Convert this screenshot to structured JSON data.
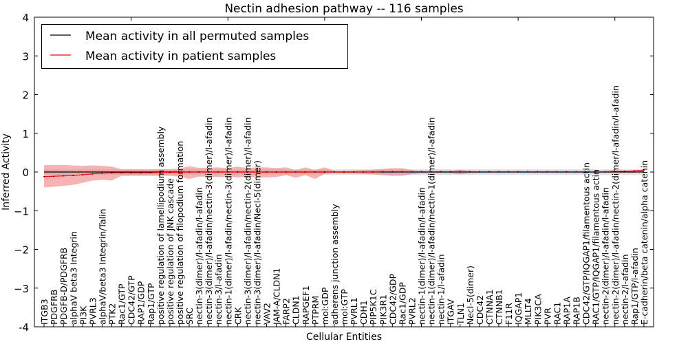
{
  "chart_data": {
    "type": "line",
    "title": "Nectin adhesion pathway -- 116 samples",
    "xlabel": "Cellular Entities",
    "ylabel": "Inferred Activity",
    "xlim": [
      0,
      64
    ],
    "ylim": [
      -4,
      4
    ],
    "yticks": [
      "-4",
      "−3",
      "−2",
      "−1",
      "0",
      "1",
      "2",
      "3",
      "4"
    ],
    "ytick_values": [
      -4,
      -3,
      -2,
      -1,
      0,
      1,
      2,
      3,
      4
    ],
    "grid": false,
    "legend_position": "top-left",
    "categories": [
      "ITGB3",
      "PDGFRB",
      "PDGFB-D/PDGFRB",
      "alphaV beta3 Integrin",
      "PI3K",
      "PVRL3",
      "alphaV/beta3 Integrin/Talin",
      "PTK2",
      "Rac1/GTP",
      "CDC42/GTP",
      "RAP1/GDP",
      "Rap1/GTP",
      "positive regulation of lamellipodium assembly",
      "positive regulation of JNK cascade",
      "positive regulation of filopodium formation",
      "SRC",
      "nectin-3(dimer)/l-afadin/l-afadin",
      "nectin-3(dimer)/l-afadin/nectin-3(dimer)/l-afadin",
      "nectin-3/l-afadin",
      "nectin-1(dimer)/l-afadin/nectin-3(dimer)/l-afadin",
      "CRK",
      "nectin-3(dimer)/l-afadin/nectin-2(dimer)/l-afadin",
      "nectin-3(dimer)/l-afadin/Necl-5(dimer)",
      "VAV2",
      "JAM-A/CLDN1",
      "FARP2",
      "CLDN1",
      "RAPGEF1",
      "PTPRM",
      "mol:GDP",
      "adherens junction assembly",
      "mol:GTP",
      "PVRL1",
      "CDH1",
      "PIP5K1C",
      "PIK3R1",
      "CDC42/GDP",
      "Rac1/GDP",
      "PVRL2",
      "nectin-1(dimer)/l-afadin/l-afadin",
      "nectin-1(dimer)/l-afadin/nectin-1(dimer)/l-afadin",
      "nectin-1/l-afadin",
      "ITGAV",
      "TLN1",
      "Necl-5(dimer)",
      "CDC42",
      "CTNNA1",
      "CTNNB1",
      "F11R",
      "IQGAP1",
      "MLLT4",
      "PIK3CA",
      "PVR",
      "RAC1",
      "RAP1A",
      "RAP1B",
      "CDC42/GTP/IQGAP1/filamentous actin",
      "RAC1/GTP/IQGAP1/filamentous actin",
      "nectin-2(dimer)/l-afadin/l-afadin",
      "nectin-2(dimer)/l-afadin/nectin-2(dimer/l-afadin/l-afadin",
      "nectin-2/l-afadin",
      "Rap1/GTP/l-afadin",
      "E-cadherin/beta catenin/alpha catenin"
    ],
    "series": [
      {
        "name": "Mean activity in all permuted samples",
        "color": "#000000",
        "values": [
          0,
          0,
          0,
          0,
          0,
          0,
          0,
          0,
          0,
          0,
          0,
          0,
          0,
          0,
          0,
          0,
          0,
          0,
          0,
          0,
          0,
          0,
          0,
          0,
          0,
          0,
          0,
          0,
          0,
          0,
          0,
          0,
          0,
          0,
          0,
          0,
          0,
          0,
          0,
          0,
          0,
          0,
          0,
          0,
          0,
          0,
          0,
          0,
          0,
          0,
          0,
          0,
          0,
          0,
          0,
          0,
          0,
          0,
          0,
          0,
          0,
          0,
          0
        ],
        "band_halfwidth": 0.07,
        "band_color": "#d9d9d9"
      },
      {
        "name": "Mean activity in patient samples",
        "color": "#ff0000",
        "values": [
          -0.12,
          -0.11,
          -0.1,
          -0.09,
          -0.07,
          -0.05,
          -0.03,
          -0.02,
          -0.02,
          -0.02,
          -0.02,
          -0.02,
          -0.01,
          -0.01,
          -0.01,
          0,
          0,
          0,
          0,
          0,
          0,
          0,
          0,
          0,
          0,
          0,
          0,
          0,
          0,
          0,
          0,
          0,
          0,
          0,
          0,
          0.01,
          0.01,
          0.01,
          0.01,
          0.01,
          0.01,
          0.01,
          0.01,
          0.01,
          0.01,
          0.01,
          0.01,
          0.01,
          0.01,
          0.01,
          0.01,
          0.01,
          0.01,
          0.01,
          0.01,
          0.01,
          0.01,
          0.01,
          0.01,
          0.02,
          0.02,
          0.03,
          0.05
        ],
        "upper": [
          0.18,
          0.18,
          0.18,
          0.17,
          0.16,
          0.17,
          0.16,
          0.14,
          0.07,
          0.07,
          0.07,
          0.07,
          0.07,
          0.07,
          0.09,
          0.15,
          0.11,
          0.11,
          0.12,
          0.1,
          0.14,
          0.1,
          0.12,
          0.12,
          0.1,
          0.12,
          0.05,
          0.12,
          0.05,
          0.12,
          0.03,
          0.03,
          0.04,
          0.05,
          0.06,
          0.08,
          0.1,
          0.1,
          0.05,
          0.03,
          0.03,
          0.03,
          0.03,
          0.06,
          0.03,
          0.02,
          0.02,
          0.02,
          0.02,
          0.02,
          0.02,
          0.02,
          0.02,
          0.02,
          0.02,
          0.02,
          0.02,
          0.02,
          0.02,
          0.02,
          0.02,
          0.02,
          0.06
        ],
        "lower": [
          -0.4,
          -0.38,
          -0.36,
          -0.33,
          -0.28,
          -0.22,
          -0.2,
          -0.22,
          -0.1,
          -0.1,
          -0.1,
          -0.1,
          -0.1,
          -0.1,
          -0.12,
          -0.18,
          -0.12,
          -0.12,
          -0.13,
          -0.12,
          -0.14,
          -0.12,
          -0.14,
          -0.14,
          -0.13,
          -0.08,
          -0.15,
          -0.08,
          -0.18,
          -0.05,
          -0.03,
          -0.03,
          -0.04,
          -0.05,
          -0.06,
          -0.08,
          -0.1,
          -0.1,
          -0.06,
          -0.03,
          -0.03,
          -0.03,
          -0.03,
          -0.06,
          -0.03,
          -0.02,
          -0.02,
          -0.02,
          -0.02,
          -0.02,
          -0.02,
          -0.02,
          -0.02,
          -0.02,
          -0.02,
          -0.02,
          -0.02,
          -0.02,
          -0.02,
          -0.02,
          -0.02,
          -0.02,
          0.02
        ],
        "band_color": "#f08080"
      }
    ]
  }
}
